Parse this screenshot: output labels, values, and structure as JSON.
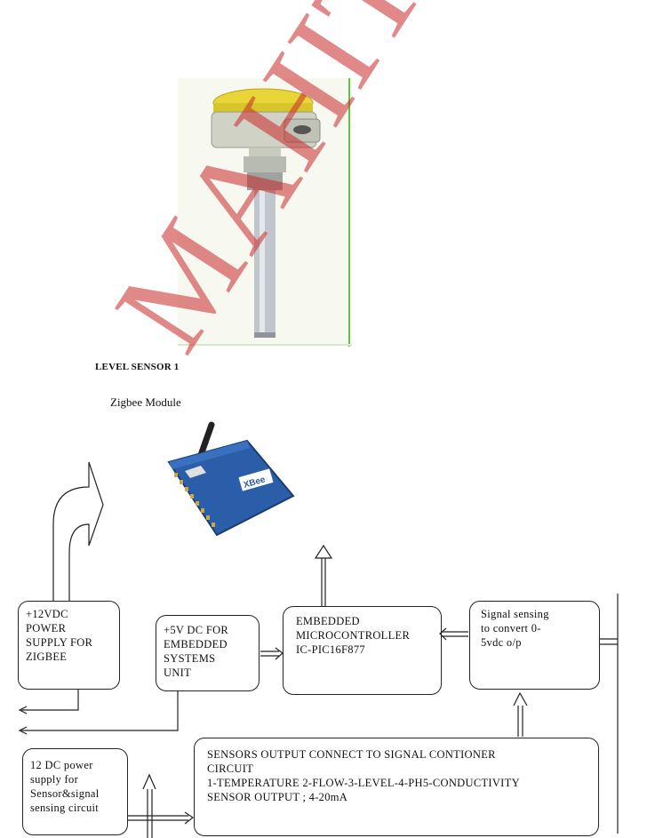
{
  "labels": {
    "level_sensor": "LEVEL SENSOR 1",
    "zigbee_module": "Zigbee Module"
  },
  "boxes": {
    "power_12v": [
      "+12VDC",
      "POWER",
      "SUPPLY FOR",
      "ZIGBEE"
    ],
    "power_5v": [
      "+5V DC FOR",
      "EMBEDDED",
      "SYSTEMS",
      "UNIT"
    ],
    "microcontroller": [
      "EMBEDDED",
      "MICROCONTROLLER",
      "IC-PIC16F877"
    ],
    "signal_sensing": [
      "Signal sensing",
      "to convert 0-",
      "5vdc o/p"
    ],
    "power_12dc_sensor": [
      "12 DC power",
      "supply for",
      "Sensor&signal",
      "sensing circuit"
    ],
    "sensors_output": [
      "SENSORS OUTPUT CONNECT TO SIGNAL CONTIONER",
      "CIRCUIT",
      "1-TEMPERATURE 2-FLOW-3-LEVEL-4-PH5-CONDUCTIVITY",
      "SENSOR OUTPUT  ;  4-20mA"
    ]
  },
  "watermark": "MAHITECH",
  "colors": {
    "watermark": "#c82828",
    "xbee_board": "#2a5ea8",
    "sensor_cap": "#e8d53a"
  }
}
